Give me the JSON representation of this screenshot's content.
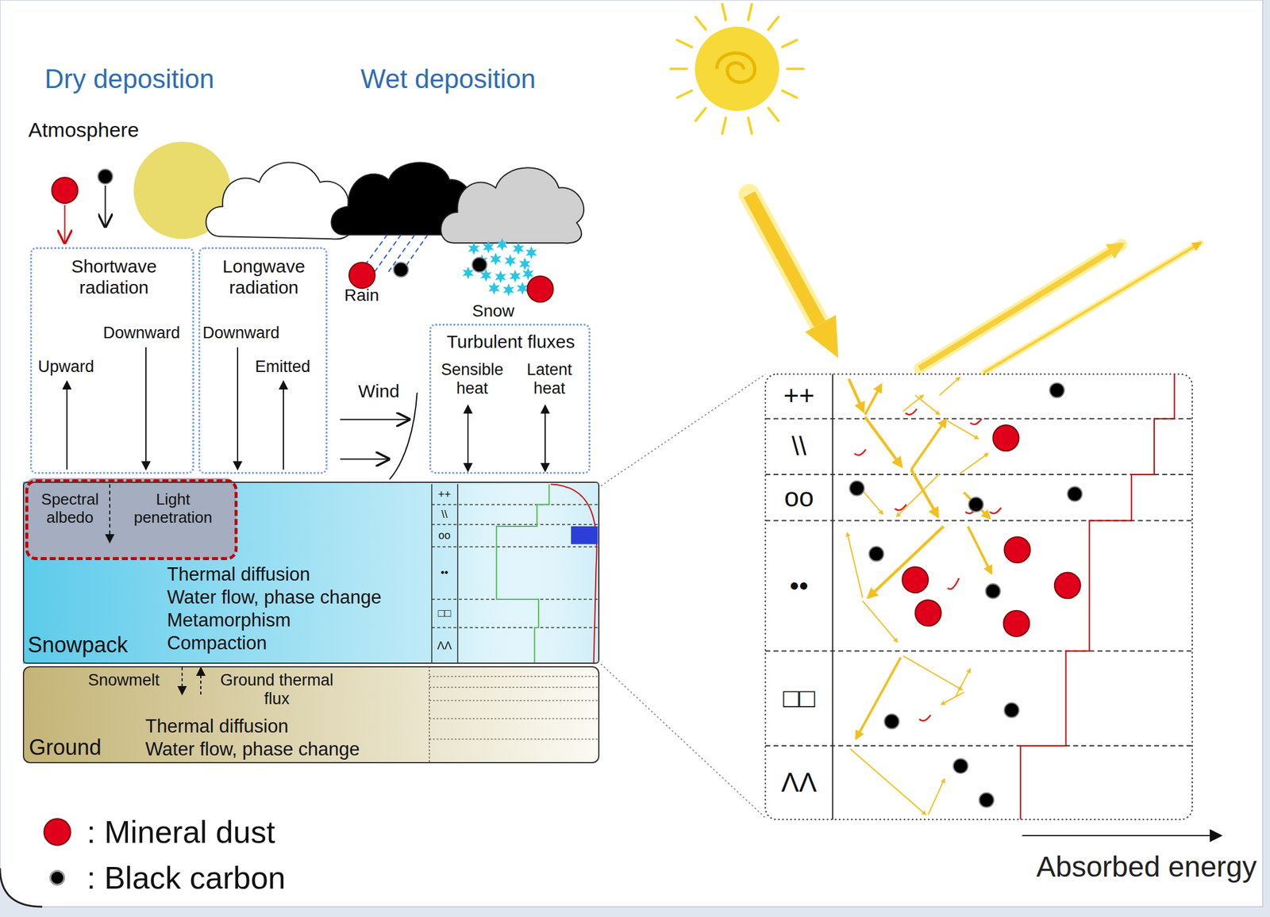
{
  "diagram": {
    "nodes": [
      {
        "text": [
          "Shortwave radiation",
          "Upward",
          "Downward"
        ]
      },
      {
        "text": [
          "Longwave radiation",
          "Downward",
          "Emitted"
        ]
      },
      {
        "text": [
          "Turbulent fluxes",
          "Sensible heat",
          "Latent heat"
        ]
      },
      {
        "text": [
          "Snowpack",
          "Thermal diffusion",
          "Water flow, phase change",
          "Metamorphism",
          "Compaction"
        ]
      },
      {
        "text": [
          "Spectral albedo",
          "Light penetration"
        ],
        "in": 3
      },
      {
        "text": [
          "Ground",
          "Snowmelt",
          "Ground thermal flux",
          "Thermal diffusion",
          "Water flow, phase change"
        ]
      }
    ],
    "labels": [
      "Dry deposition",
      "Wet deposition",
      "Atmosphere",
      "Rain",
      "Snow",
      "Wind",
      "++",
      "\\\\",
      "oo",
      "••",
      "□□",
      "ΛΛ",
      "++",
      "\\\\",
      "oo",
      "••",
      "□□",
      "ΛΛ",
      "Absorbed energy"
    ],
    "legend": [
      {
        "text": ": Mineral dust",
        "color": "#e0001b"
      },
      {
        "text": ": Black carbon",
        "color": "#000000"
      }
    ]
  }
}
